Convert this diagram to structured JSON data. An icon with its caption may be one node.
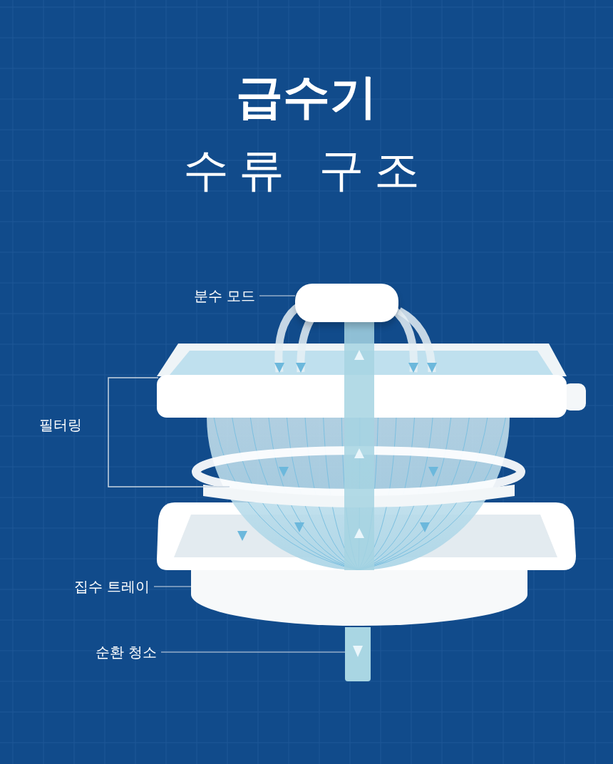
{
  "diagram": {
    "title": "급수기",
    "caption": "수류 구조",
    "nodes": [
      {
        "text": [
          "분수 모드"
        ]
      },
      {
        "text": [],
        "shape": "box"
      },
      {
        "text": [
          "집수 트레이"
        ]
      },
      {
        "text": [],
        "shape": "box"
      },
      {
        "text": [
          "순환 청소"
        ]
      },
      {
        "text": [],
        "shape": "box"
      }
    ],
    "edges": [
      {
        "from": 0,
        "to": 1,
        "arrow": "none"
      },
      {
        "from": 2,
        "to": 3,
        "arrow": "none"
      },
      {
        "from": 4,
        "to": 5,
        "arrow": "none"
      }
    ],
    "labels": [
      "필터링"
    ]
  }
}
